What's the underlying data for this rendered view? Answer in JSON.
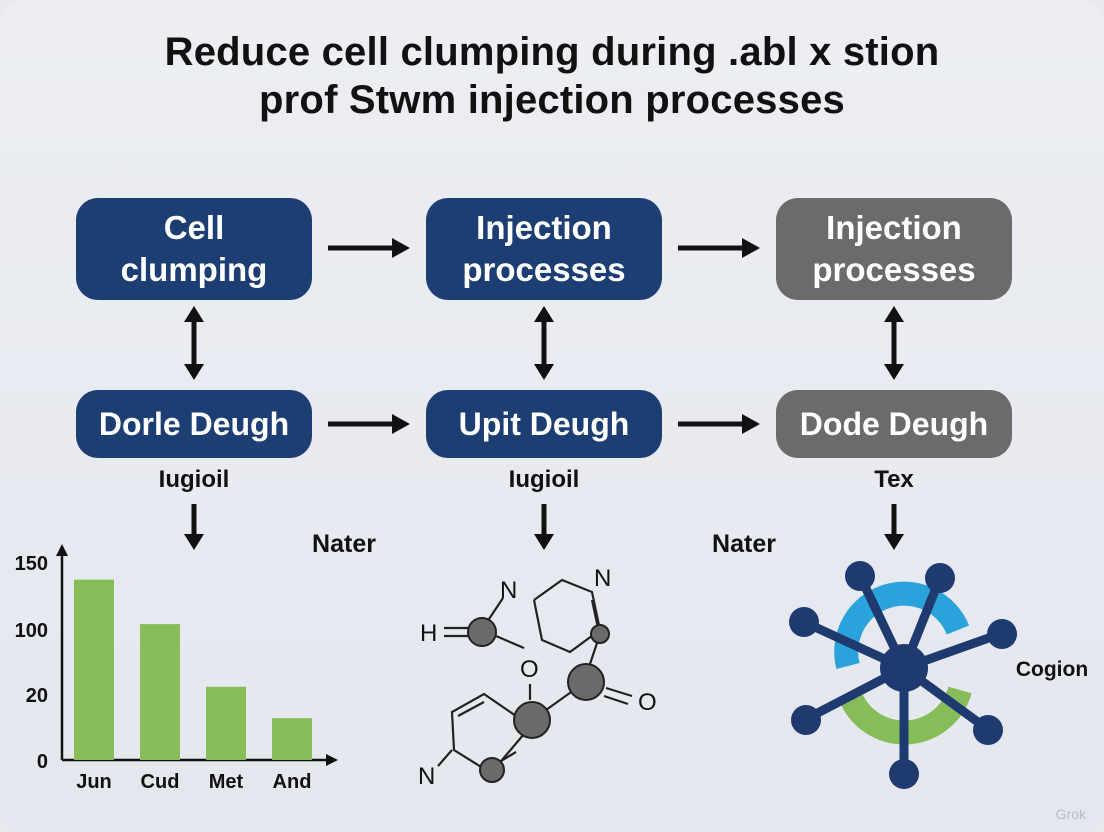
{
  "title": {
    "line1": "Reduce cell clumping during .abl x stion",
    "line2": "prof Stwm injection processes"
  },
  "flow": {
    "top": [
      "Cell\nclumping",
      "Injection\nprocesses",
      "Injection\nprocesses"
    ],
    "middle": [
      "Dorle Deugh",
      "Upit Deugh",
      "Dode Deugh"
    ],
    "sublabels": [
      "Iugioil",
      "Iugioil",
      "Tex"
    ],
    "side_labels": [
      "Nater",
      "Nater"
    ]
  },
  "molecule": {
    "atoms": [
      "N",
      "N",
      "H",
      "O",
      "O",
      "N"
    ]
  },
  "network": {
    "label": "Cogion"
  },
  "colors": {
    "navy": "#1c3e72",
    "gray": "#6b6b6b",
    "bar_green": "#86bd58",
    "ring_blue": "#2aa3dc",
    "ring_green": "#86bd58",
    "node_navy": "#1e3a6e"
  },
  "watermark": "Grok",
  "chart_data": {
    "type": "bar",
    "categories": [
      "Jun",
      "Cud",
      "Met",
      "And"
    ],
    "values": [
      138,
      104,
      56,
      32
    ],
    "yticks": [
      "150",
      "100",
      "20",
      "0"
    ],
    "ylim": [
      0,
      150
    ],
    "grid": false,
    "title": "",
    "xlabel": "",
    "ylabel": ""
  }
}
